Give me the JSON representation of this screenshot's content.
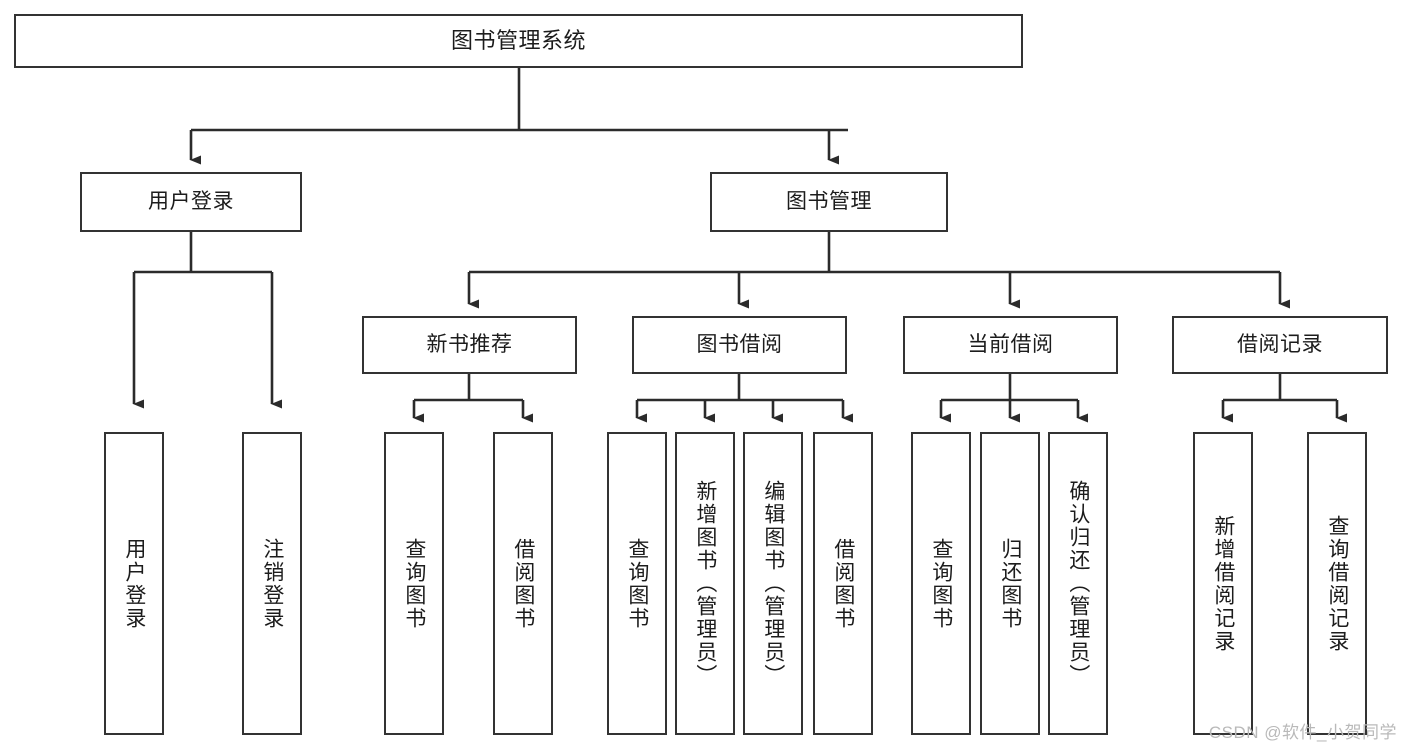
{
  "diagram": {
    "title": "图书管理系统",
    "watermark": "CSDN @软件_小贺同学",
    "colors": {
      "node_border": "#333333",
      "node_fill": "#ffffff",
      "edge": "#2b2b2b",
      "text": "#1c1c1c",
      "watermark": "#b9b9b9",
      "background": "#ffffff"
    },
    "nodes": {
      "root": {
        "label": "图书管理系统"
      },
      "level2": [
        {
          "id": "user-login",
          "label": "用户登录"
        },
        {
          "id": "book-manage",
          "label": "图书管理"
        }
      ],
      "level3": [
        {
          "id": "new-book-recommend",
          "label": "新书推荐"
        },
        {
          "id": "book-borrow",
          "label": "图书借阅"
        },
        {
          "id": "current-borrow",
          "label": "当前借阅"
        },
        {
          "id": "borrow-record",
          "label": "借阅记录"
        }
      ],
      "leaves": {
        "user_login": [
          {
            "id": "leaf-user-login",
            "label": "用户登录"
          },
          {
            "id": "leaf-logout-login",
            "label": "注销登录"
          }
        ],
        "new_book_recommend": [
          {
            "id": "leaf-query-book-1",
            "label": "查询图书"
          },
          {
            "id": "leaf-borrow-book-1",
            "label": "借阅图书"
          }
        ],
        "book_borrow": [
          {
            "id": "leaf-query-book-2",
            "label": "查询图书"
          },
          {
            "id": "leaf-add-book",
            "label": "新增图书（管理员）"
          },
          {
            "id": "leaf-edit-book",
            "label": "编辑图书（管理员）"
          },
          {
            "id": "leaf-borrow-book-2",
            "label": "借阅图书"
          }
        ],
        "current_borrow": [
          {
            "id": "leaf-query-book-3",
            "label": "查询图书"
          },
          {
            "id": "leaf-return-book",
            "label": "归还图书"
          },
          {
            "id": "leaf-confirm-return",
            "label": "确认归还（管理员）"
          }
        ],
        "borrow_record": [
          {
            "id": "leaf-add-borrow-record",
            "label": "新增借阅记录"
          },
          {
            "id": "leaf-query-borrow-record",
            "label": "查询借阅记录"
          }
        ]
      }
    }
  }
}
